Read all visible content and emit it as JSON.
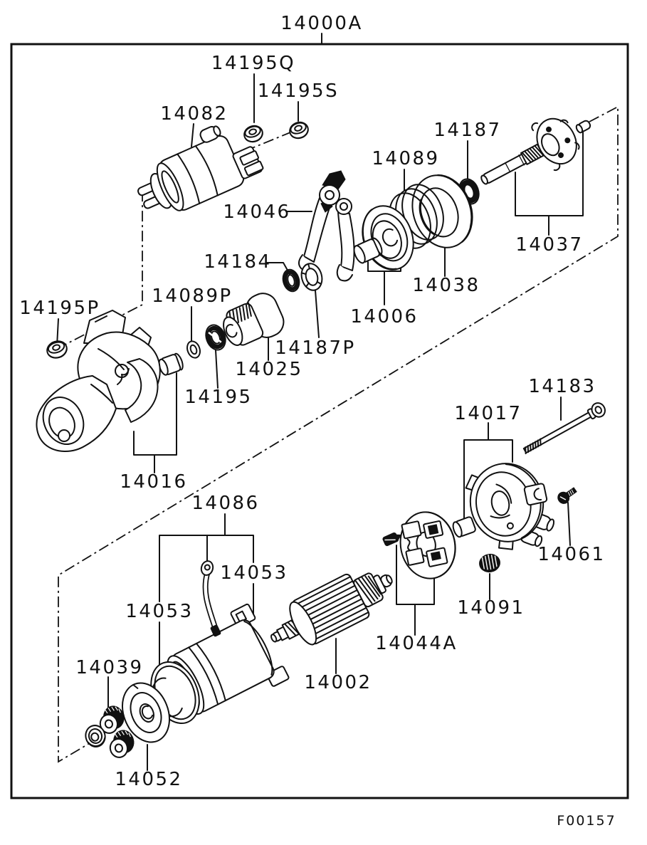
{
  "diagram": {
    "assembly_code": "14000A",
    "figure_code": "F00157",
    "type": "exploded-parts-diagram",
    "line_color": "#111111",
    "background_color": "#ffffff"
  },
  "labels": {
    "14000A": "14000A",
    "14195Q": "14195Q",
    "14195S": "14195S",
    "14082": "14082",
    "14187": "14187",
    "14089": "14089",
    "14046": "14046",
    "14184": "14184",
    "14037": "14037",
    "14038": "14038",
    "14006": "14006",
    "14089P": "14089P",
    "14195P": "14195P",
    "14187P": "14187P",
    "14025": "14025",
    "14195": "14195",
    "14016": "14016",
    "14183": "14183",
    "14017": "14017",
    "14086": "14086",
    "14053": "14053",
    "14061": "14061",
    "14091": "14091",
    "14044A": "14044A",
    "14039": "14039",
    "14002": "14002",
    "14052": "14052",
    "F00157": "F00157"
  }
}
